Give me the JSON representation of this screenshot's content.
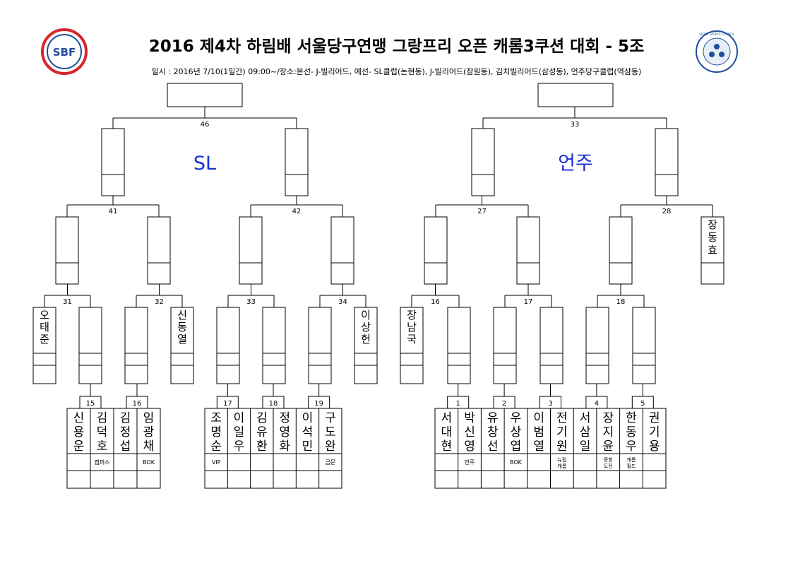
{
  "header": {
    "title": "2016 제4차 하림배 서울당구연맹 그랑프리 오픈 캐롬3쿠션 대회 - 5조",
    "subtitle": "일시 : 2016년 7/10(1일간) 09:00~/장소:본선- J-빌리어드, 예선- SL클럽(논현동), J-빌리어드(잠원동), 김치빌리어드(삼성동), 언주당구클럽(역삼동)",
    "logo_left_text": "SBF",
    "logo_right_text": "SEOUL SPORTS COUNCIL"
  },
  "colors": {
    "line": "#000000",
    "group_label": "#1a2fd8",
    "logo_red": "#d8262b",
    "logo_blue": "#1f4e9c"
  },
  "groups": [
    "SL",
    "언주"
  ],
  "matches": {
    "final_left": "46",
    "final_right": "33",
    "semi": [
      "41",
      "42",
      "27",
      "28"
    ],
    "quarter": [
      "31",
      "32",
      "33",
      "34",
      "16",
      "17",
      "18"
    ],
    "prelim": [
      "15",
      "16",
      "17",
      "18",
      "19",
      "1",
      "2",
      "3",
      "4",
      "5"
    ]
  },
  "seeds": {
    "s31": "오태준",
    "s32": "신동열",
    "s34": "이상헌",
    "s16": "장남국",
    "s28": "장동효"
  },
  "players": {
    "a": [
      {
        "name": "신용운",
        "club": ""
      },
      {
        "name": "김덕호",
        "club": "캠퍼스"
      },
      {
        "name": "김정섭",
        "club": ""
      },
      {
        "name": "임광채",
        "club": "BOK"
      }
    ],
    "b": [
      {
        "name": "조명순",
        "club": "VIP"
      },
      {
        "name": "이일우",
        "club": ""
      },
      {
        "name": "김유환",
        "club": ""
      },
      {
        "name": "정영화",
        "club": ""
      },
      {
        "name": "이석민",
        "club": ""
      },
      {
        "name": "구도완",
        "club": "금문"
      }
    ],
    "c": [
      {
        "name": "서대현",
        "club": ""
      },
      {
        "name": "박신영",
        "club": "언주"
      },
      {
        "name": "유창선",
        "club": ""
      },
      {
        "name": "우상엽",
        "club": "BOK"
      },
      {
        "name": "이범열",
        "club": ""
      },
      {
        "name": "전기원",
        "club": "뉴럽 캐롬"
      },
      {
        "name": "서삼일",
        "club": ""
      },
      {
        "name": "장지윤",
        "club": "문항 도전"
      },
      {
        "name": "한동우",
        "club": "캐롬 필드"
      },
      {
        "name": "권기용",
        "club": ""
      }
    ]
  }
}
